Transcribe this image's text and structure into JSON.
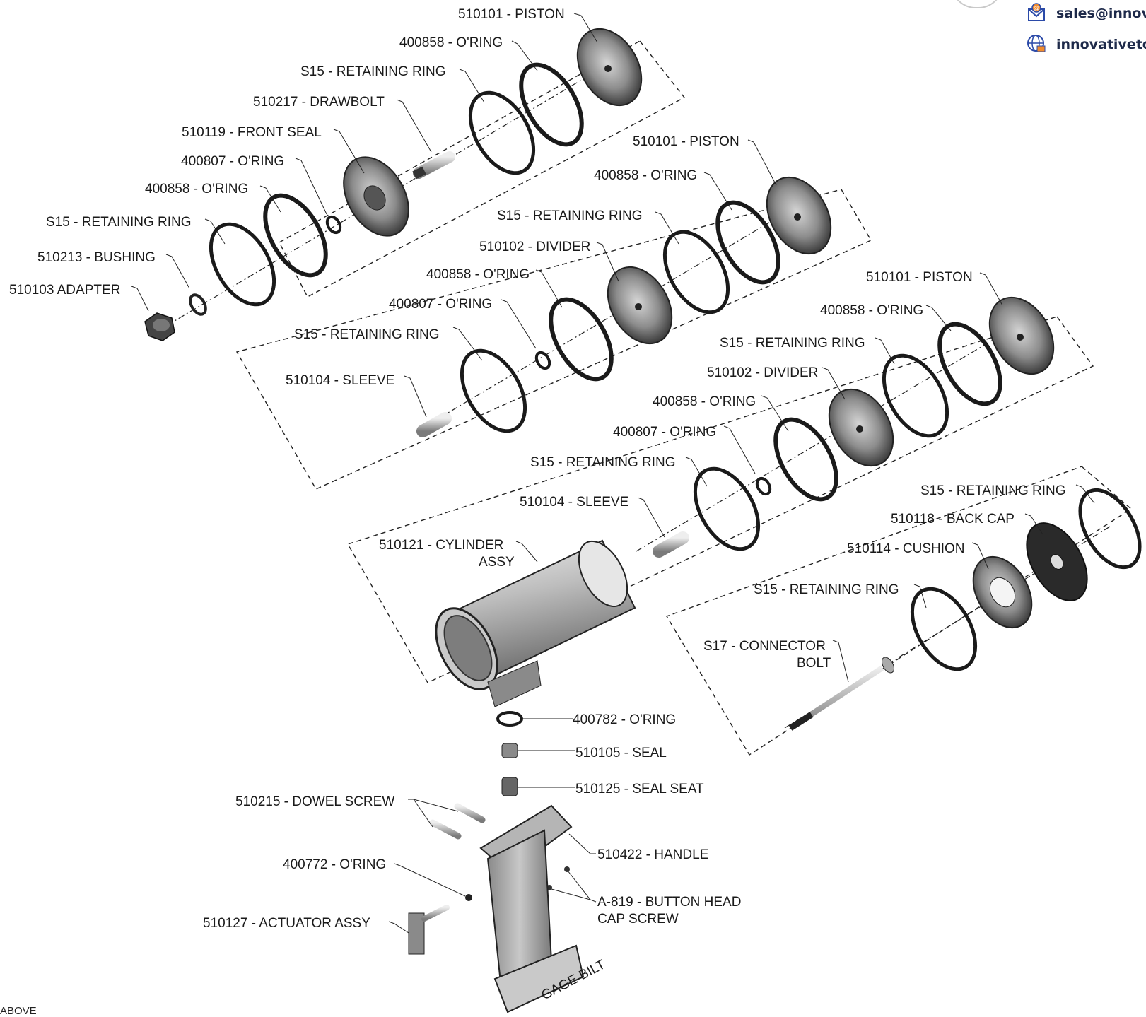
{
  "header": {
    "email": "sales@innova",
    "website": "innovativetoo"
  },
  "parts": {
    "piston_1": "510101 - PISTON",
    "oring_858_a": "400858 - O'RING",
    "ret_ring_a": "S15 - RETAINING RING",
    "drawbolt": "510217 - DRAWBOLT",
    "front_seal": "510119 - FRONT SEAL",
    "oring_807_a": "400807 - O'RING",
    "oring_858_b": "400858 - O'RING",
    "ret_ring_b": "S15 - RETAINING RING",
    "bushing": "510213 - BUSHING",
    "adapter": "510103 ADAPTER",
    "piston_2": "510101 - PISTON",
    "oring_858_c": "400858 - O'RING",
    "ret_ring_c": "S15 - RETAINING RING",
    "divider_1": "510102 - DIVIDER",
    "oring_858_d": "400858 - O'RING",
    "oring_807_b": "400807 - O'RING",
    "ret_ring_d": "S15 - RETAINING RING",
    "sleeve_1": "510104 - SLEEVE",
    "piston_3": "510101 - PISTON",
    "oring_858_e": "400858 - O'RING",
    "ret_ring_e": "S15 - RETAINING RING",
    "divider_2": "510102 - DIVIDER",
    "oring_858_f": "400858 - O'RING",
    "oring_807_c": "400807 - O'RING",
    "ret_ring_f": "S15 - RETAINING RING",
    "sleeve_2": "510104 - SLEEVE",
    "cylinder_1": "510121 - CYLINDER",
    "cylinder_2": "ASSY",
    "ret_ring_g": "S15 - RETAINING RING",
    "back_cap": "510118 - BACK CAP",
    "cushion": "510114 - CUSHION",
    "ret_ring_h": "S15 - RETAINING RING",
    "connector_1": "S17 - CONNECTOR",
    "connector_2": "BOLT",
    "oring_782": "400782 - O'RING",
    "seal": "510105 - SEAL",
    "seal_seat": "510125 - SEAL SEAT",
    "dowel_screw": "510215 - DOWEL SCREW",
    "handle": "510422 - HANDLE",
    "oring_772": "400772 - O'RING",
    "button_head_1": "A-819 - BUTTON HEAD",
    "button_head_2": "CAP SCREW",
    "actuator": "510127 - ACTUATOR ASSY",
    "handle_brand": "GAGE BILT"
  },
  "footer": {
    "text": "ABOVE"
  },
  "icons": {
    "email": "email-icon",
    "web": "globe-cart-icon"
  },
  "colors": {
    "contact_text": "#1e2a4a",
    "part_fill": "#9a9a9a",
    "line": "#1a1a1a"
  }
}
